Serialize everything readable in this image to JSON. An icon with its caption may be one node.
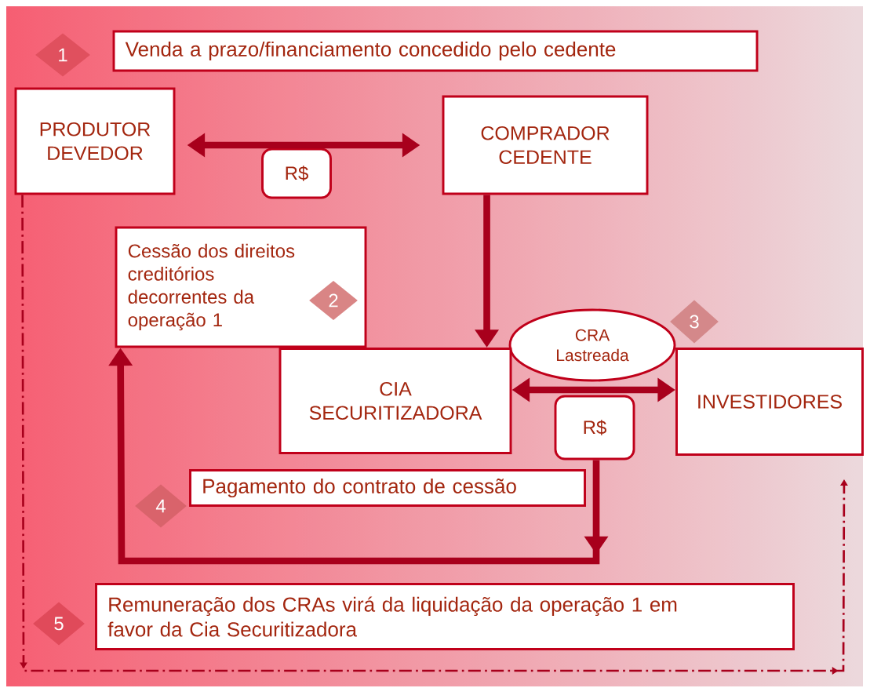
{
  "diagram": {
    "nodes": [
      {
        "text": [
          "1"
        ]
      },
      {
        "text": [
          "Venda a prazo/financiamento concedido pelo cedente"
        ]
      },
      {
        "text": [
          "PRODUTOR DEVEDOR"
        ]
      },
      {
        "text": [
          "COMPRADOR CEDENTE"
        ]
      },
      {
        "text": [
          "R$"
        ]
      },
      {
        "text": [
          "Cessão dos direitos creditórios decorrentes da operação 1"
        ]
      },
      {
        "text": [
          "2"
        ],
        "in": 5
      },
      {
        "text": [
          "CRA Lastreada"
        ]
      },
      {
        "text": [
          "3"
        ]
      },
      {
        "text": [
          "CIA SECURITIZADORA"
        ]
      },
      {
        "text": [
          "INVESTIDORES"
        ]
      },
      {
        "text": [
          "R$"
        ]
      },
      {
        "text": [
          "Pagamento do contrato de cessão"
        ]
      },
      {
        "text": [
          "4"
        ]
      },
      {
        "text": [
          "Remuneração dos CRAs virá da liquidação da operação 1 em favor da Cia Securitizadora"
        ]
      },
      {
        "text": [
          "5"
        ]
      }
    ],
    "edges": [
      {
        "from": 2,
        "to": 3,
        "arrow": "both"
      },
      {
        "from": 3,
        "to": 9,
        "arrow": "to"
      },
      {
        "from": 9,
        "to": 10,
        "arrow": "both"
      },
      {
        "from": 11,
        "to": 5,
        "arrow": "to"
      },
      {
        "from": 2,
        "to": 10,
        "arrow": "to",
        "style": "dashed"
      }
    ]
  }
}
